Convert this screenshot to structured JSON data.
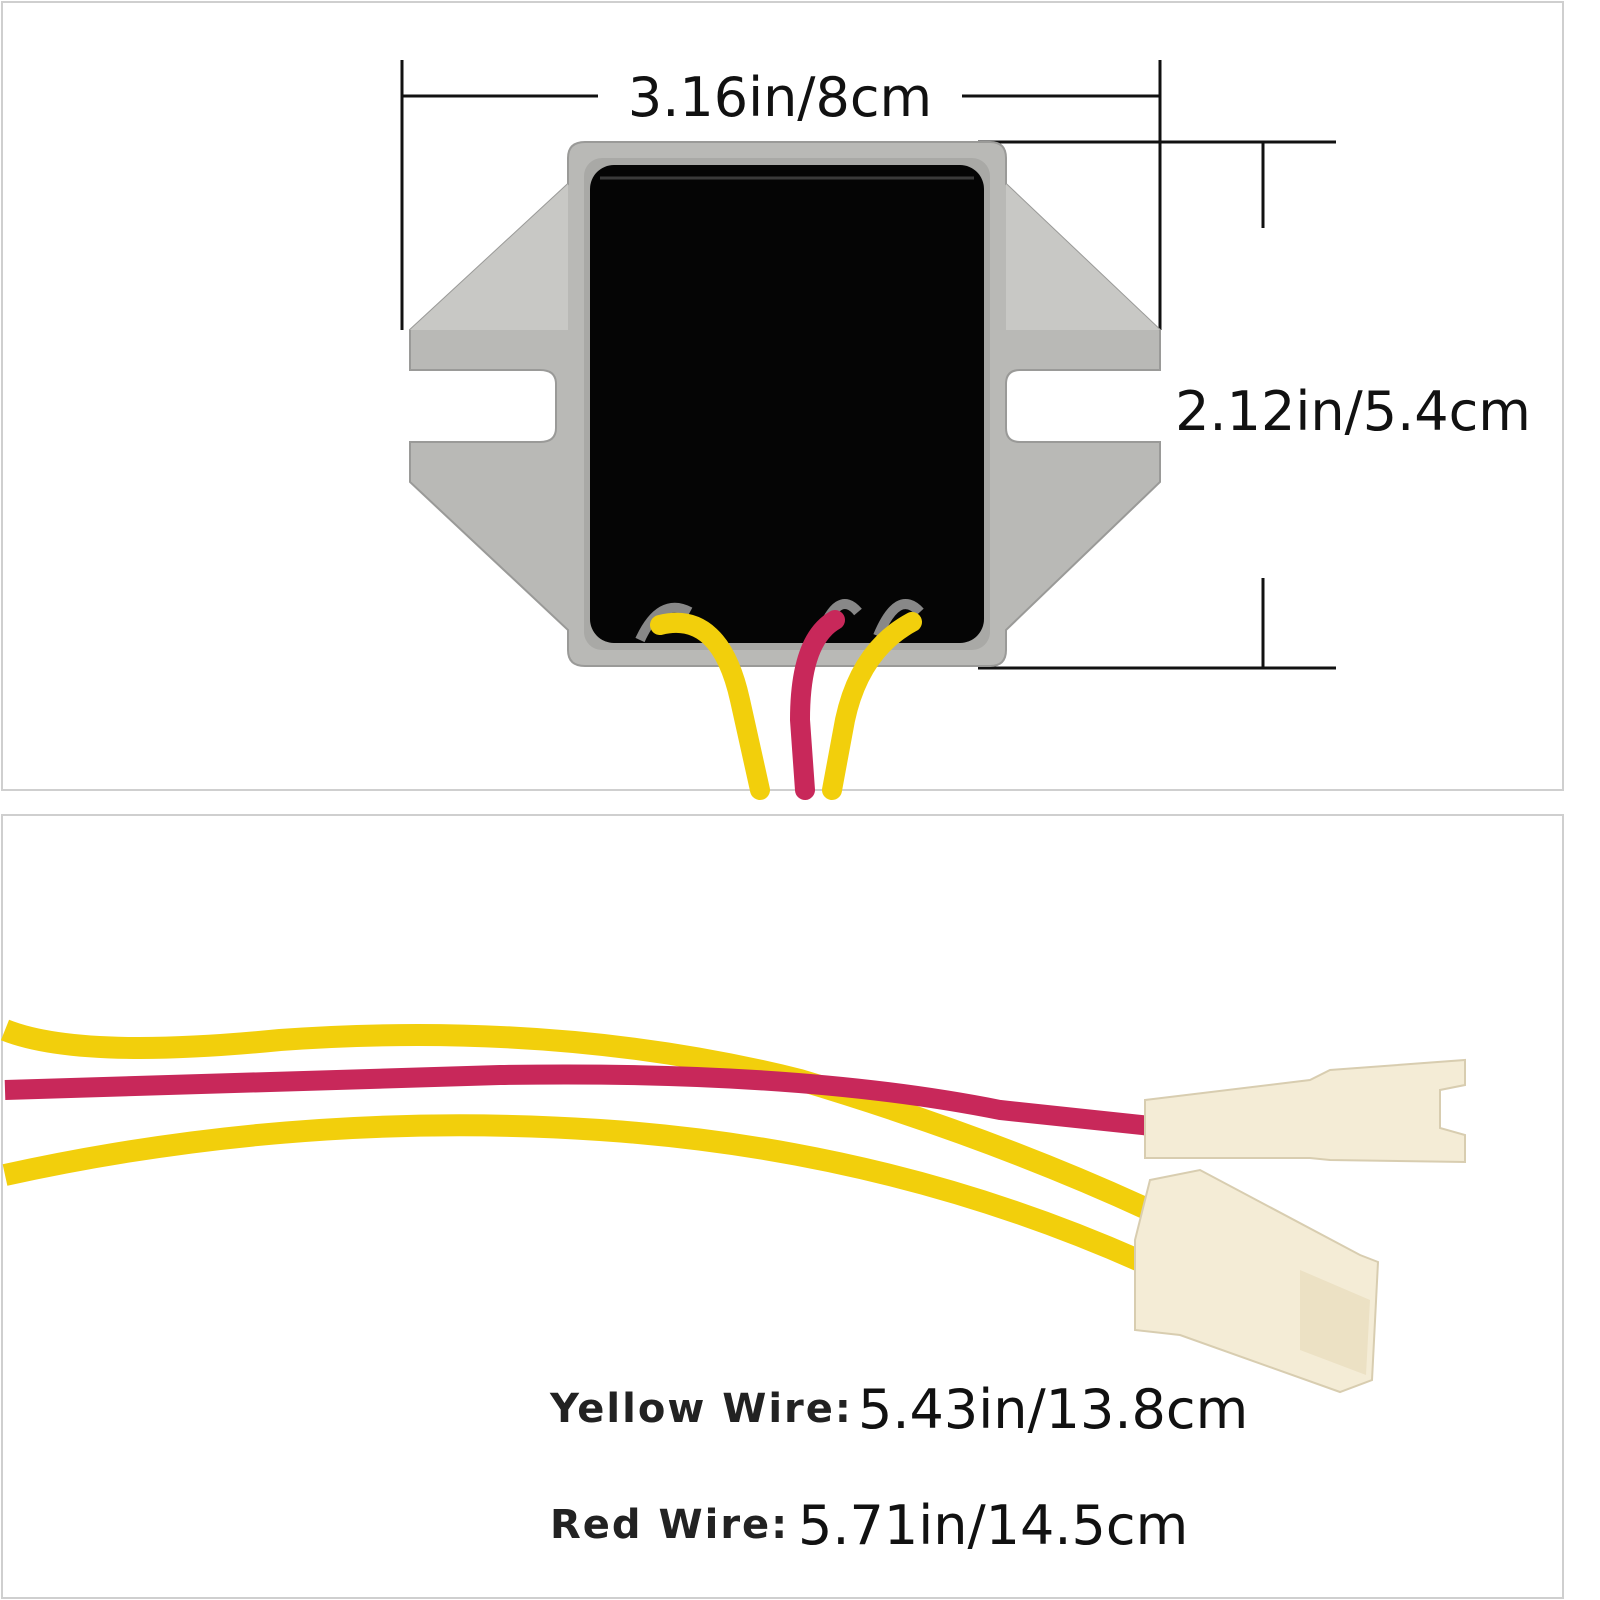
{
  "dimensions": {
    "width": "3.16in/8cm",
    "height": "2.12in/5.4cm"
  },
  "wires": [
    {
      "label": "Yellow Wire:",
      "length": "5.43in/13.8cm"
    },
    {
      "label": "Red Wire:",
      "length": "5.71in/14.5cm"
    }
  ],
  "colors": {
    "yellow_wire": "#f2cf0c",
    "red_wire": "#c8285a",
    "housing": "#b9b9b6",
    "body": "#050505",
    "connector": "#f4ecd6"
  }
}
